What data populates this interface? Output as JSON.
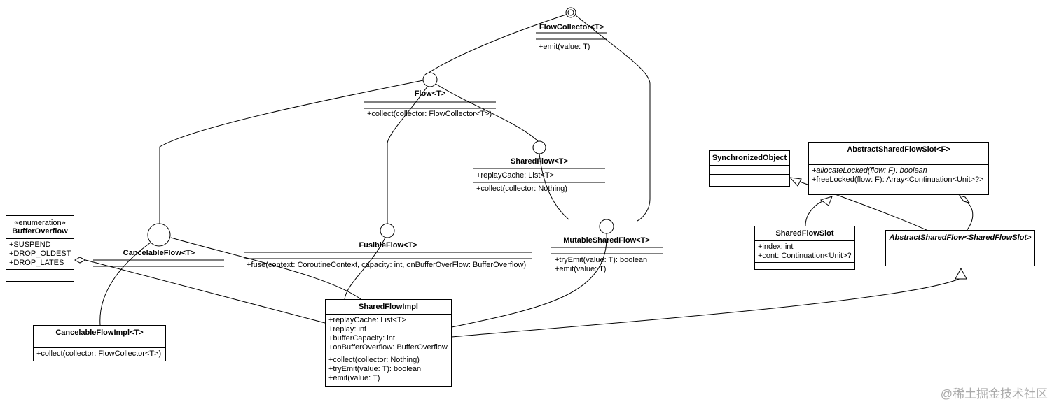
{
  "interfaces": {
    "flow_collector": {
      "name": "FlowCollector<T>",
      "ops": [
        "+emit(value: T)"
      ]
    },
    "flow": {
      "name": "Flow<T>",
      "ops": [
        "+collect(collector: FlowCollector<T>)"
      ]
    },
    "shared_flow": {
      "name": "SharedFlow<T>",
      "attrs": [
        "+replayCache: List<T>"
      ],
      "ops": [
        "+collect(collector: Nothing)"
      ]
    },
    "cancelable_flow": {
      "name": "CancelableFlow<T>",
      "ops": []
    },
    "fusible_flow": {
      "name": "FusibleFlow<T>",
      "ops": [
        "+fuse(context: CoroutineContext, capacity: int, onBufferOverFlow: BufferOverflow)"
      ]
    },
    "mutable_shared_flow": {
      "name": "MutableSharedFlow<T>",
      "ops": [
        "+tryEmit(value: T): boolean",
        "+emit(value: T)"
      ]
    }
  },
  "classes": {
    "buffer_overflow": {
      "stereotype": "«enumeration»",
      "name": "BufferOverflow",
      "attrs": [
        "+SUSPEND",
        "+DROP_OLDEST",
        "+DROP_LATES"
      ]
    },
    "cancelable_flow_impl": {
      "name": "CancelableFlowImpl<T>",
      "ops": [
        "+collect(collector: FlowCollector<T>)"
      ]
    },
    "shared_flow_impl": {
      "name": "SharedFlowImpl",
      "attrs": [
        "+replayCache: List<T>",
        "+replay: int",
        "+bufferCapacity: int",
        "+onBufferOverflow: BufferOverflow"
      ],
      "ops": [
        "+collect(collector: Nothing)",
        "+tryEmit(value: T): boolean",
        "+emit(value: T)"
      ]
    },
    "synchronized_object": {
      "name": "SynchronizedObject"
    },
    "abstract_shared_flow_slot": {
      "name": "AbstractSharedFlowSlot<F>",
      "ops": [
        "+allocateLocked(flow: F): boolean",
        "+freeLocked(flow: F): Array<Continuation<Unit>?>"
      ]
    },
    "shared_flow_slot": {
      "name": "SharedFlowSlot",
      "attrs": [
        "+index: int",
        "+cont: Continuation<Unit>?"
      ]
    },
    "abstract_shared_flow": {
      "name": "AbstractSharedFlow<SharedFlowSlot>"
    }
  },
  "watermark": "@稀土掘金技术社区"
}
